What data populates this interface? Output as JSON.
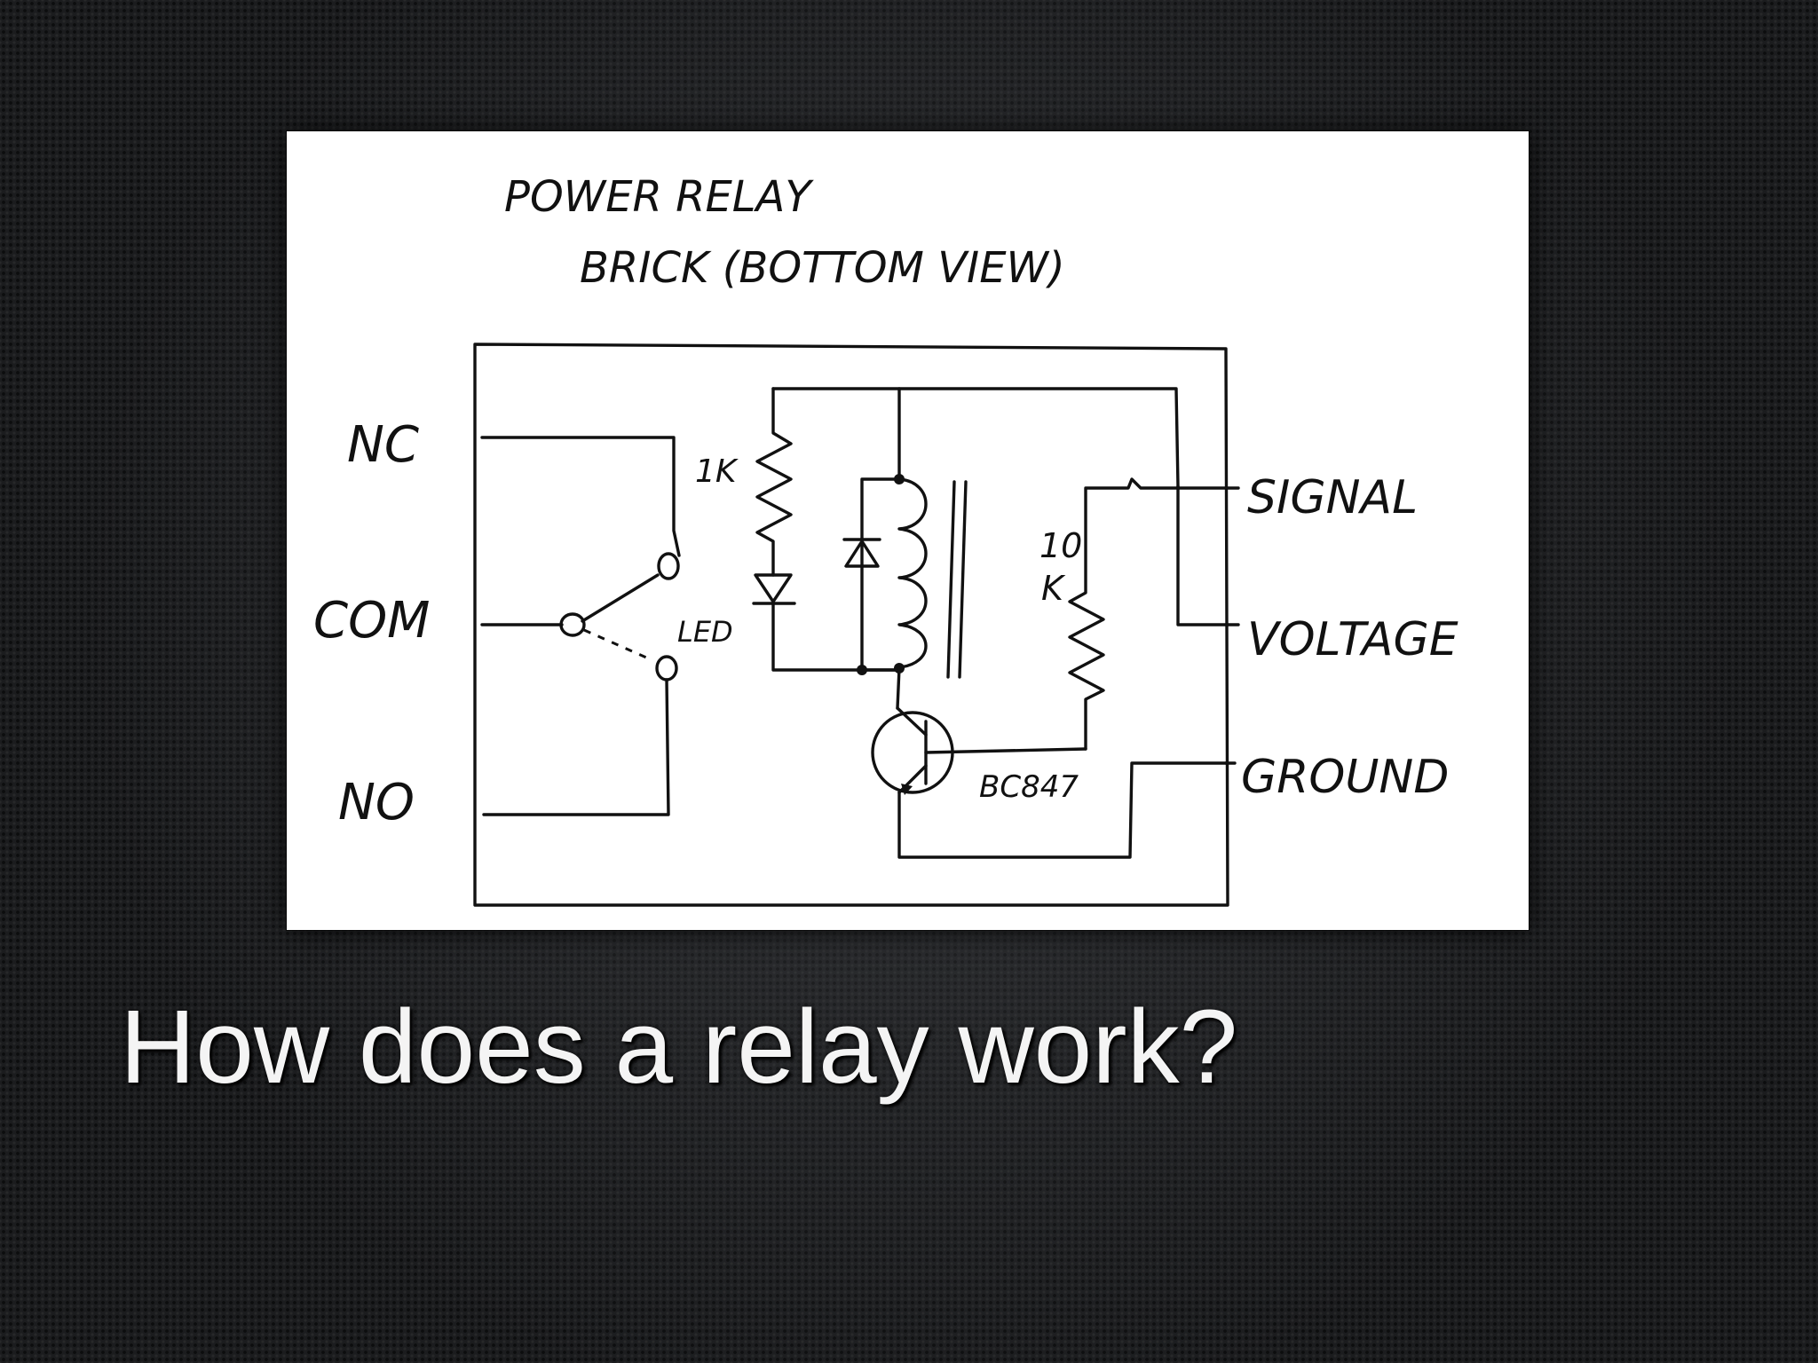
{
  "slide": {
    "title": "How does a relay work?"
  },
  "diagram": {
    "heading_line1": "POWER RELAY",
    "heading_line2": "BRICK (BOTTOM VIEW)",
    "left_terminals": {
      "nc": "NC",
      "com": "COM",
      "no": "NO"
    },
    "right_terminals": {
      "signal": "SIGNAL",
      "voltage": "VOLTAGE",
      "ground": "GROUND"
    },
    "components": {
      "resistor_1k": "1K",
      "led": "LED",
      "resistor_10k_line1": "10",
      "resistor_10k_line2": "K",
      "transistor": "BC847"
    }
  },
  "colors": {
    "background": "#1b1c1e",
    "ink": "#111111",
    "paper": "#ffffff",
    "title_text": "#f4f4f4"
  }
}
